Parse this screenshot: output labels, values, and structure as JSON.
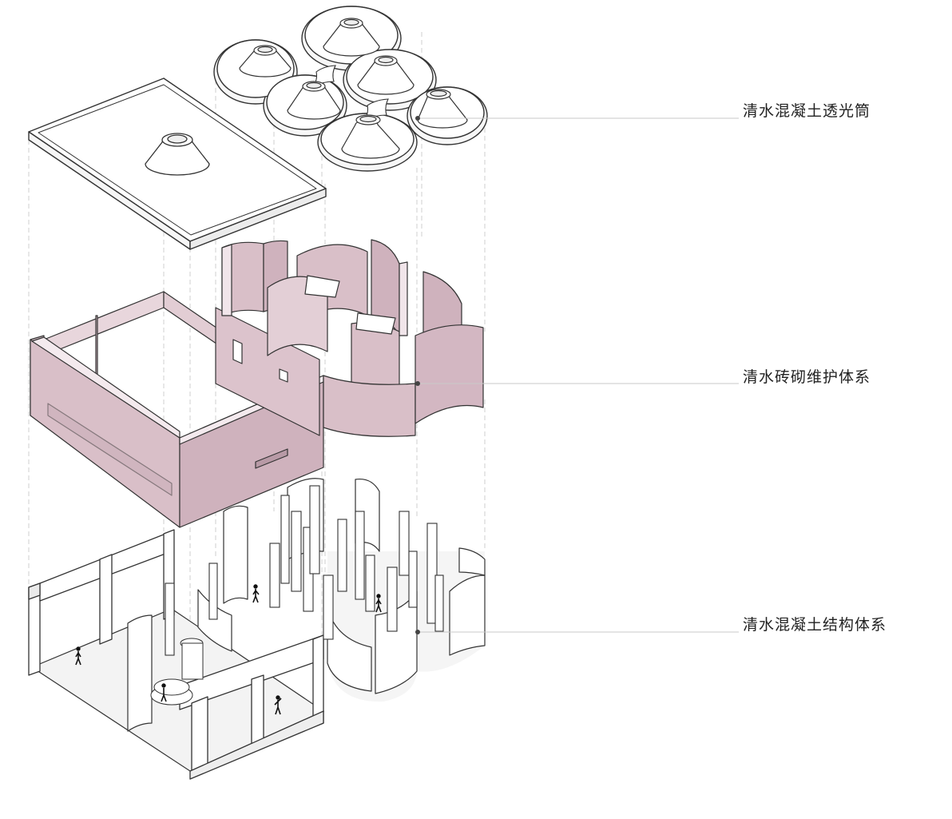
{
  "annotations": [
    {
      "id": "skylight",
      "text": "清水混凝土透光筒"
    },
    {
      "id": "masonry",
      "text": "清水砖砌维护体系"
    },
    {
      "id": "structure",
      "text": "清水混凝土结构体系"
    }
  ],
  "colors": {
    "brick": "#d9bfc8",
    "brick_edge": "#b89aa6",
    "line": "#333333",
    "guide": "#bdbdbd",
    "floor": "#f2f2f2",
    "leader": "#c8c8c8",
    "dot": "#444444"
  }
}
